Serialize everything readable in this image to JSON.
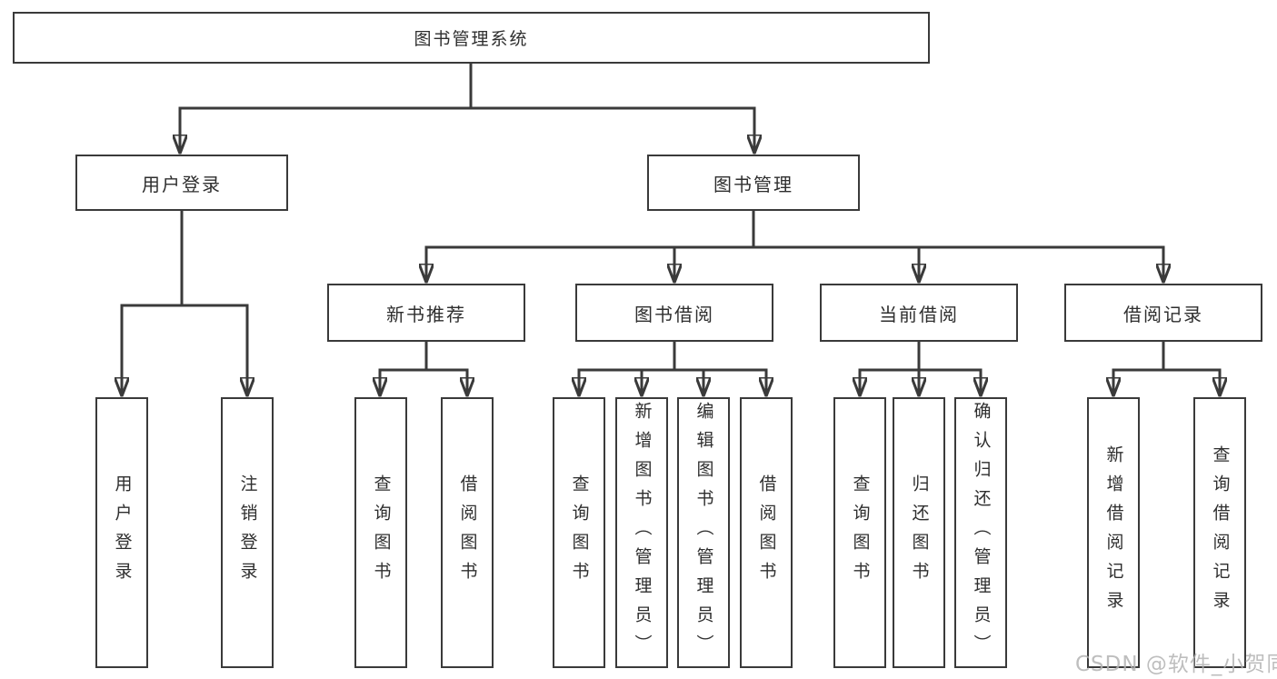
{
  "diagram": {
    "root": {
      "label": "图书管理系统"
    },
    "level2": [
      {
        "label": "用户登录"
      },
      {
        "label": "图书管理"
      }
    ],
    "level3": [
      {
        "label": "新书推荐"
      },
      {
        "label": "图书借阅"
      },
      {
        "label": "当前借阅"
      },
      {
        "label": "借阅记录"
      }
    ],
    "leaves": {
      "user_login": [
        {
          "label": "用户登录"
        },
        {
          "label": "注销登录"
        }
      ],
      "new_book_recommend": [
        {
          "label": "查询图书"
        },
        {
          "label": "借阅图书"
        }
      ],
      "book_borrow": [
        {
          "label": "查询图书"
        },
        {
          "label": "新增图书（管理员）"
        },
        {
          "label": "编辑图书（管理员）"
        },
        {
          "label": "借阅图书"
        }
      ],
      "current_borrow": [
        {
          "label": "查询图书"
        },
        {
          "label": "归还图书"
        },
        {
          "label": "确认归还（管理员）"
        }
      ],
      "borrow_records": [
        {
          "label": "新增借阅记录"
        },
        {
          "label": "查询借阅记录"
        }
      ]
    },
    "watermark": "CSDN @软件_小贺同学",
    "colors": {
      "line": "#3a3a3a",
      "text": "#2e2e2e",
      "watermark": "#b3b3b3"
    }
  }
}
